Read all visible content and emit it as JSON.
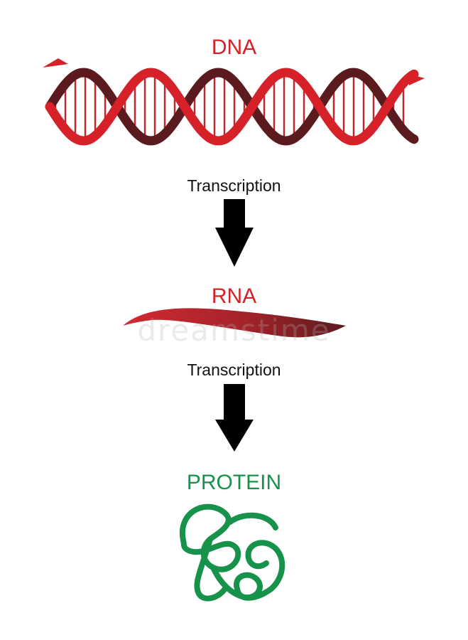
{
  "labels": {
    "dna": "DNA",
    "step_1": "Transcription",
    "rna": "RNA",
    "step_2": "Transcription",
    "protein": "PROTEIN"
  },
  "watermark": "dreamstime",
  "colors": {
    "dna_red": "#d62128",
    "dna_dark": "#5a1a1e",
    "rna": "#c0282f",
    "protein": "#16924a",
    "arrow": "#000000",
    "text": "#111111"
  },
  "icons": {
    "dna": "double-helix-icon",
    "rna": "rna-strand-icon",
    "protein": "folded-protein-icon",
    "arrow": "down-arrow-icon"
  }
}
